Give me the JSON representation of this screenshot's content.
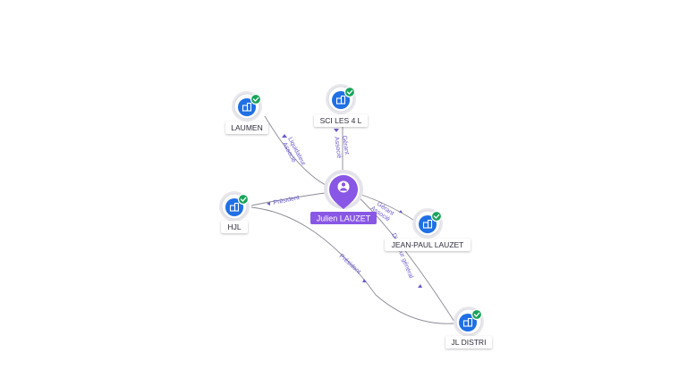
{
  "center": {
    "name": "Julien LAUZET",
    "icon": "person-icon",
    "color": "#8957e5"
  },
  "companies": [
    {
      "key": "laumen",
      "name": "LAUMEN",
      "icon": "building-icon",
      "status": "verified-check-icon"
    },
    {
      "key": "sci",
      "name": "SCI LES 4 L",
      "icon": "building-icon",
      "status": "verified-check-icon"
    },
    {
      "key": "hjl",
      "name": "HJL",
      "icon": "building-icon",
      "status": "verified-check-icon"
    },
    {
      "key": "jpl",
      "name": "JEAN-PAUL LAUZET",
      "icon": "building-icon",
      "status": "verified-check-icon"
    },
    {
      "key": "jld",
      "name": "JL DISTRI",
      "icon": "building-icon",
      "status": "verified-check-icon"
    }
  ],
  "edges": [
    {
      "from": "center",
      "to": "laumen",
      "label1": "Liquidateur",
      "label2": "Associé"
    },
    {
      "from": "center",
      "to": "sci",
      "label1": "Gérant",
      "label2": "Associé"
    },
    {
      "from": "center",
      "to": "hjl",
      "label1": "Président",
      "label2": ""
    },
    {
      "from": "center",
      "to": "jpl",
      "label1": "Gérant",
      "label2": "Associé"
    },
    {
      "from": "center",
      "to": "jld",
      "label1": "Directeur général",
      "label2": ""
    },
    {
      "from": "hjl",
      "to": "jld",
      "label1": "Président",
      "label2": ""
    }
  ],
  "colors": {
    "accent": "#8957e5",
    "company": "#1f6fe5",
    "verified": "#19a35a",
    "edge": "#8a8a96",
    "edge_label": "#6a5acd"
  }
}
